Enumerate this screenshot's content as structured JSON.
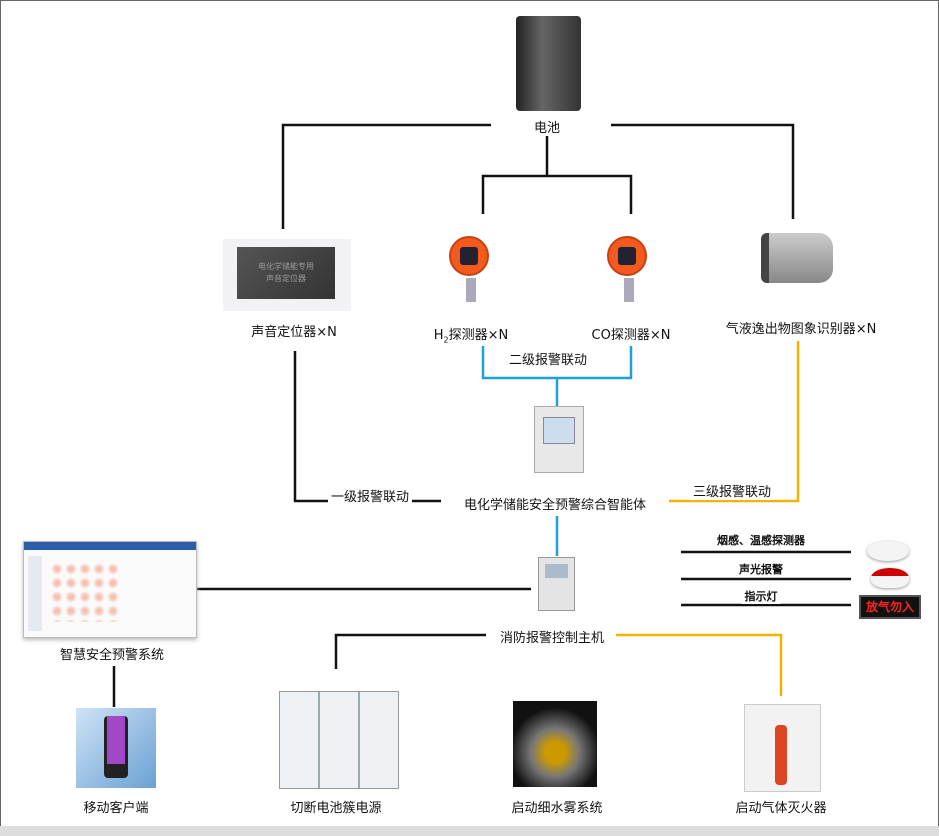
{
  "nodes": {
    "battery": "电池",
    "sound_locator": "声音定位器×N",
    "sound_locator_box_text": [
      "电化学储能专用",
      "声音定位器"
    ],
    "h2_detector_prefix": "H",
    "h2_detector_sub": "2",
    "h2_detector_suffix": "探测器×N",
    "co_detector": "CO探测器×N",
    "image_recognizer": "气液逸出物图象识别器×N",
    "agent": "电化学储能安全预警综合智能体",
    "fire_host": "消防报警控制主机",
    "smart_system": "智慧安全预警系统",
    "mobile_client": "移动客户端",
    "cut_power": "切断电池簇电源",
    "water_mist": "启动细水雾系统",
    "gas_extinguisher": "启动气体灭火器"
  },
  "links": {
    "level1": "一级报警联动",
    "level2": "二级报警联动",
    "level3": "三级报警联动"
  },
  "peripherals": {
    "smoke_temp": "烟感、温感探测器",
    "sound_light": "声光报警",
    "indicator": "指示灯",
    "indicator_sign": "放气勿入"
  },
  "colors": {
    "black": "#111111",
    "blue": "#1aa3d9",
    "orange": "#f5b300"
  }
}
